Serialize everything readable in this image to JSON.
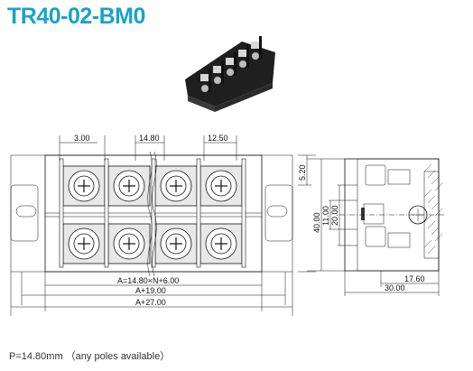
{
  "title": "TR40-02-BM0",
  "caption": "P=14.80mm （any poles available）",
  "dims": {
    "d_3": "3.00",
    "d_14": "14.80",
    "d_12": "12.50",
    "d_5": "5.20",
    "d_40": "40.00",
    "d_11": "11.00",
    "d_20": "20.00",
    "d_17": "17.60",
    "d_30": "30.00",
    "a1": "A=14.80×N+6.00",
    "a2": "A+19.00",
    "a3": "A+27.00"
  },
  "colors": {
    "title": "#1aa3c9",
    "body": "#2a2a2a",
    "line": "#111111"
  }
}
